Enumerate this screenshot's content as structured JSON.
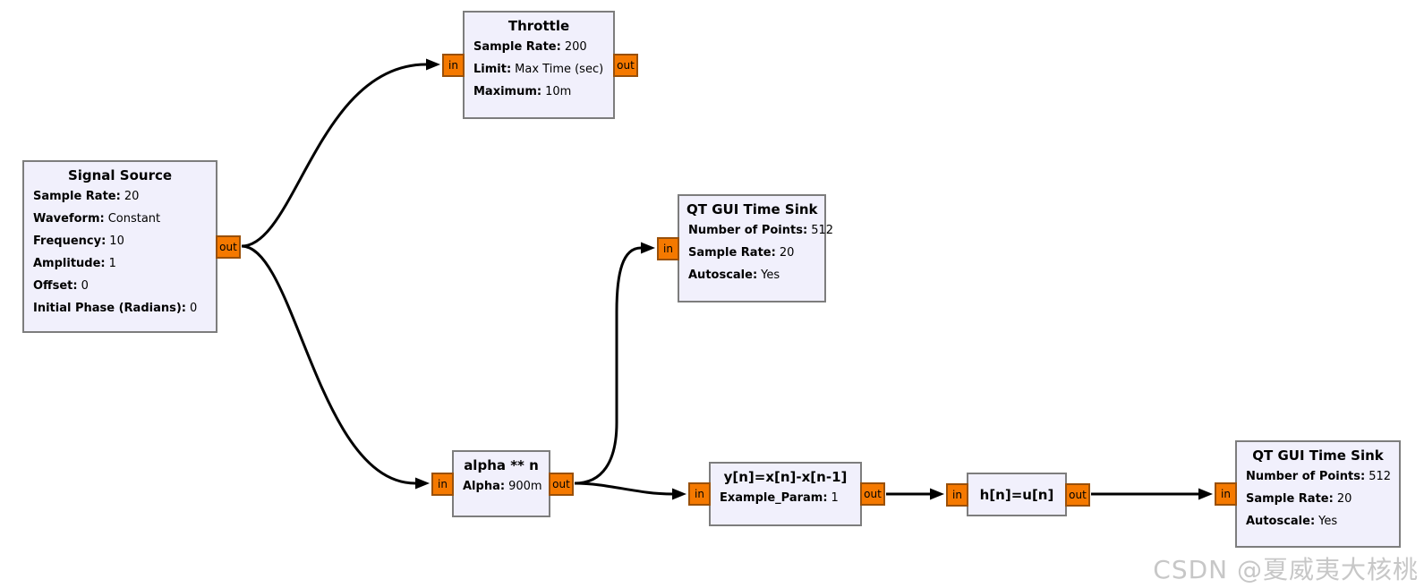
{
  "app": "GNU Radio Companion flowgraph",
  "colors": {
    "canvas_bg": "#ffffff",
    "block_bg": "#f1f0fc",
    "block_border": "#7d7d7d",
    "port_bg": "#f57900",
    "port_border": "#99500a",
    "wire": "#000000",
    "watermark": "#c7c7c7"
  },
  "blocks": [
    {
      "title": "Signal Source",
      "params": [
        [
          "Sample Rate:",
          "20"
        ],
        [
          "Waveform:",
          "Constant"
        ],
        [
          "Frequency:",
          "10"
        ],
        [
          "Amplitude:",
          "1"
        ],
        [
          "Offset:",
          "0"
        ],
        [
          "Initial Phase (Radians):",
          "0"
        ]
      ],
      "ports": {
        "out": "out"
      }
    },
    {
      "title": "Throttle",
      "params": [
        [
          "Sample Rate:",
          "200"
        ],
        [
          "Limit:",
          "Max Time (sec)"
        ],
        [
          "Maximum:",
          "10m"
        ]
      ],
      "ports": {
        "in": "in",
        "out": "out"
      }
    },
    {
      "title": "QT GUI Time Sink",
      "params": [
        [
          "Number of Points:",
          "512"
        ],
        [
          "Sample Rate:",
          "20"
        ],
        [
          "Autoscale:",
          "Yes"
        ]
      ],
      "ports": {
        "in": "in"
      }
    },
    {
      "title": "alpha ** n",
      "params": [
        [
          "Alpha:",
          "900m"
        ]
      ],
      "ports": {
        "in": "in",
        "out": "out"
      }
    },
    {
      "title": "y[n]=x[n]-x[n-1]",
      "params": [
        [
          "Example_Param:",
          "1"
        ]
      ],
      "ports": {
        "in": "in",
        "out": "out"
      }
    },
    {
      "title": "h[n]=u[n]",
      "params": [],
      "ports": {
        "in": "in",
        "out": "out"
      }
    },
    {
      "title": "QT GUI Time Sink",
      "params": [
        [
          "Number of Points:",
          "512"
        ],
        [
          "Sample Rate:",
          "20"
        ],
        [
          "Autoscale:",
          "Yes"
        ]
      ],
      "ports": {
        "in": "in"
      }
    }
  ],
  "connections": [
    {
      "from": "Signal Source.out",
      "to": "Throttle.in"
    },
    {
      "from": "Signal Source.out",
      "to": "alpha ** n.in"
    },
    {
      "from": "alpha ** n.out",
      "to": "QT GUI Time Sink (upper).in"
    },
    {
      "from": "alpha ** n.out",
      "to": "y[n]=x[n]-x[n-1].in"
    },
    {
      "from": "y[n]=x[n]-x[n-1].out",
      "to": "h[n]=u[n].in"
    },
    {
      "from": "h[n]=u[n].out",
      "to": "QT GUI Time Sink (right).in"
    }
  ],
  "watermark": {
    "text": "CSDN @夏威夷大核桃"
  }
}
